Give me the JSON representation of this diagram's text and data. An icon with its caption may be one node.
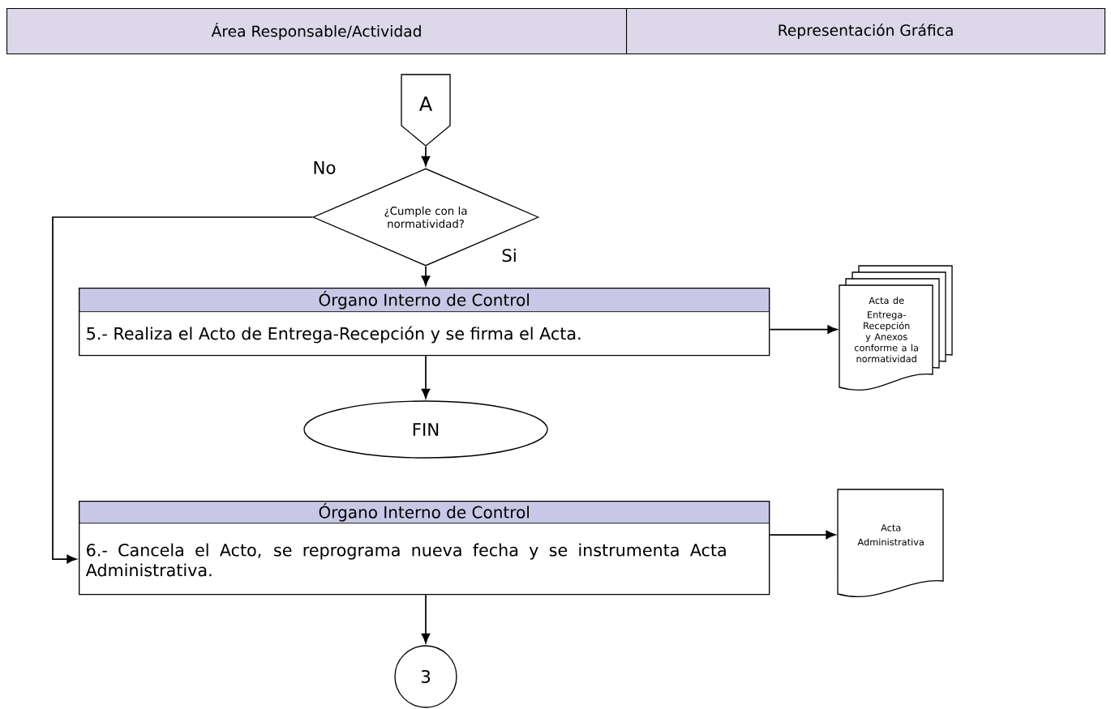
{
  "diagram": {
    "nodes": [
      {
        "text": [
          "Área Responsable/Actividad"
        ]
      },
      {
        "text": [
          "Representación Gráfica"
        ]
      },
      {
        "text": [
          "A"
        ]
      },
      {
        "text": [
          "¿Cumple con la normatividad?"
        ]
      },
      {
        "text": [
          "Órgano Interno de Control",
          "5.- Realiza el Acto de Entrega-Recepción y se firma el Acta."
        ]
      },
      {
        "text": [
          "Acta de Entrega-Recepción y Anexos conforme a la normatividad"
        ]
      },
      {
        "text": [
          "FIN"
        ]
      },
      {
        "text": [
          "Órgano Interno de Control",
          "6.- Cancela el Acto, se reprograma nueva fecha y se instrumenta Acta Administrativa."
        ]
      },
      {
        "text": [
          "Acta Administrativa"
        ]
      },
      {
        "text": [
          "3"
        ]
      }
    ],
    "edges": [
      {
        "from": 2,
        "to": 3,
        "arrow": "to"
      },
      {
        "from": 3,
        "to": 4,
        "arrow": "to",
        "label": "Si"
      },
      {
        "from": 3,
        "to": 7,
        "arrow": "to",
        "label": "No"
      },
      {
        "from": 4,
        "to": 5,
        "arrow": "to"
      },
      {
        "from": 4,
        "to": 6,
        "arrow": "to"
      },
      {
        "from": 7,
        "to": 8,
        "arrow": "to"
      },
      {
        "from": 7,
        "to": 9,
        "arrow": "to"
      }
    ]
  }
}
